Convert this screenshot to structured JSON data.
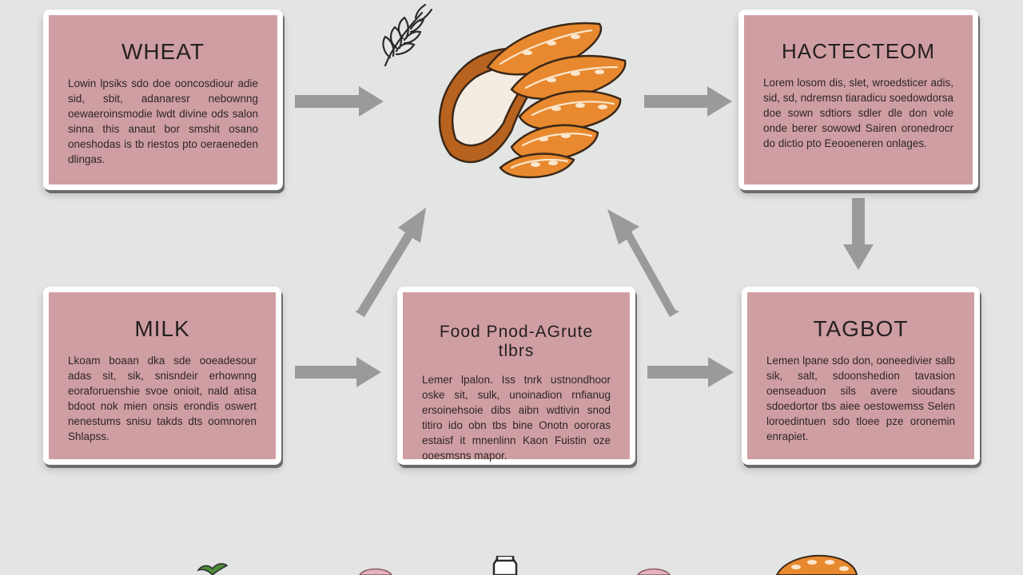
{
  "cards": {
    "wheat": {
      "title": "WHEAT",
      "body": "Lowin lpsiks sdo doe ooncosdiour adie sid, sbit, adanaresr nebownng oewaeroinsmodie lwdt divine ods salon sinna this anaut bor smshit osano oneshodas is tb riestos pto oeraeneden dlingas."
    },
    "fact": {
      "title": "HACTECTEOM",
      "body": "Lorem losom dis, slet, wroedsticer adis, sid, sd, ndremsn tiaradicu soedowdorsa doe sown sdtiors sdler dle don vole onde berer sowowd Sairen oronedrocr do dictio pto Eeooeneren onlages."
    },
    "milk": {
      "title": "MILK",
      "body": "Lkoam boaan dka sde ooeadesour adas sit, sik, snisndeir erhownng eoraforuenshie svoe onioit, nald atisa bdoot nok mien onsis erondis oswert nenestums snisu takds dts oomnoren Shlapss."
    },
    "food": {
      "title": "Food Pnod-AGrute tlbrs",
      "body": "Lemer lpalon. Iss tnrk ustnondhoor oske sit, sulk, unoinadion rnfianug ersoinehsoie dibs aibn wdtivin snod titiro ido obn tbs bine Onotn oororas estaisf it mnenlinn Kaon Fuistin oze ooesmsns mapor."
    },
    "tag": {
      "title": "TAGBOT",
      "body": "Lemen lpane sdo don, ooneedivier salb sik, salt, sdoonshedion tavasion oenseaduon sils avere sioudans sdoedortor tbs aiee oestowemss Selen loroedintuen sdo tloee pze oronemin enrapiet."
    }
  },
  "colors": {
    "background": "#e3e4e4",
    "card": "#cf9ea2",
    "card_border": "#ffffff",
    "arrow": "#9a9a9a",
    "wheat_orange": "#e8892f",
    "wheat_brown": "#b8621f"
  },
  "icons": {
    "top_leaf": "leaf-outline-icon",
    "center": "wheat-bread-illustration",
    "bottom": [
      "sprout-icon",
      "pink-blob-icon",
      "milk-bottle-icon",
      "pink-blob-icon",
      "wheat-bundle-icon"
    ]
  }
}
